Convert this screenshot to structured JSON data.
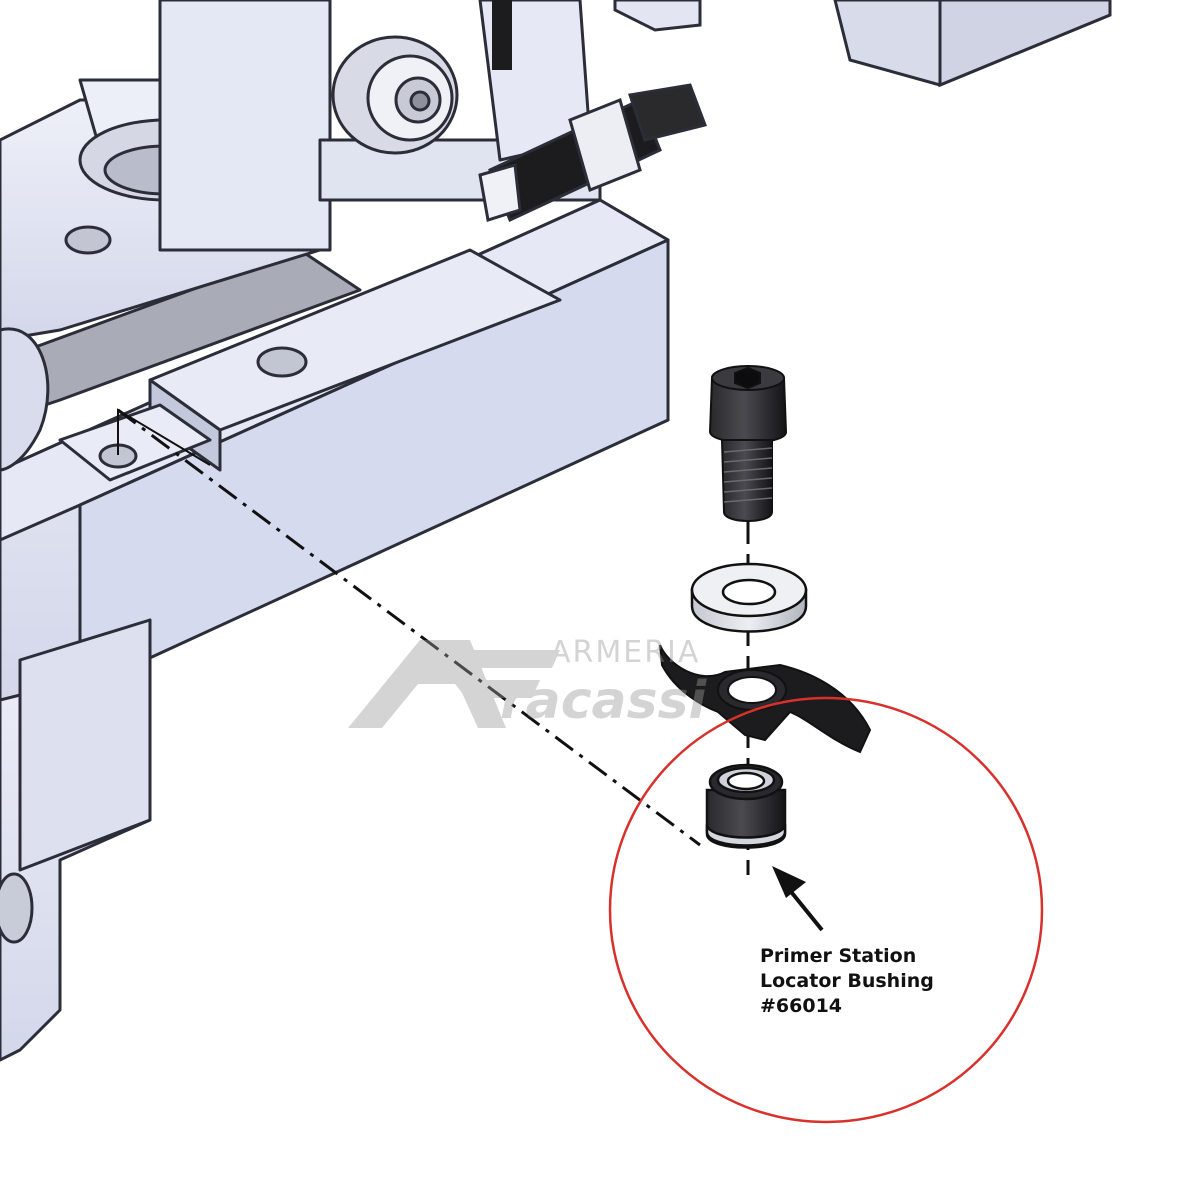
{
  "diagram": {
    "callout": {
      "line1": "Primer Station",
      "line2": "Locator Bushing",
      "part_number": "#66014"
    },
    "watermark": {
      "lettering": "A ARMERIA Fracassi"
    },
    "colors": {
      "background": "#ffffff",
      "metal_fill": "#e4e7f4",
      "metal_shade": "#c9cde0",
      "outline": "#2b2d38",
      "black_part": "#1c1c1e",
      "washer": "#d9dce3",
      "callout_circle": "#d8312c",
      "watermark": "#b8b8b8"
    }
  }
}
